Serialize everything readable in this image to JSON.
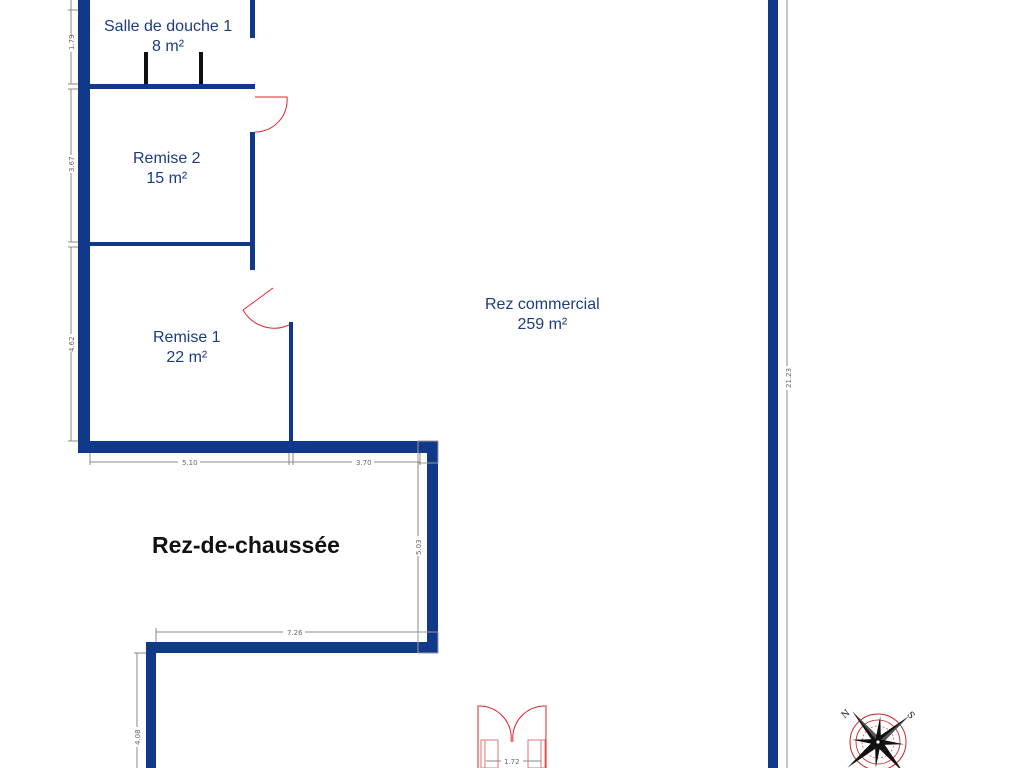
{
  "colors": {
    "wall": "#11398a",
    "room_label": "#1b3c82",
    "dimension": "#888888",
    "door": "#e0262a",
    "compass": "#cc2222"
  },
  "floor_title": "Rez-de-chaussée",
  "rooms": [
    {
      "name": "Salle de douche 1",
      "area": "8 m²"
    },
    {
      "name": "Remise 2",
      "area": "15 m²"
    },
    {
      "name": "Remise 1",
      "area": "22 m²"
    },
    {
      "name": "Rez commercial",
      "area": "259 m²"
    }
  ],
  "dimensions": {
    "shower_height": "1.79",
    "remise2_height": "3.67",
    "remise1_height": "4.62",
    "left_width": "5.10",
    "mid_width": "3.70",
    "notch_height": "5.03",
    "lower_width": "7.26",
    "lower_height": "4.08",
    "commercial_height": "21.23",
    "entry_width": "1.72"
  },
  "compass": {
    "icon": "compass-rose-icon",
    "letters": [
      "N",
      "S"
    ]
  }
}
